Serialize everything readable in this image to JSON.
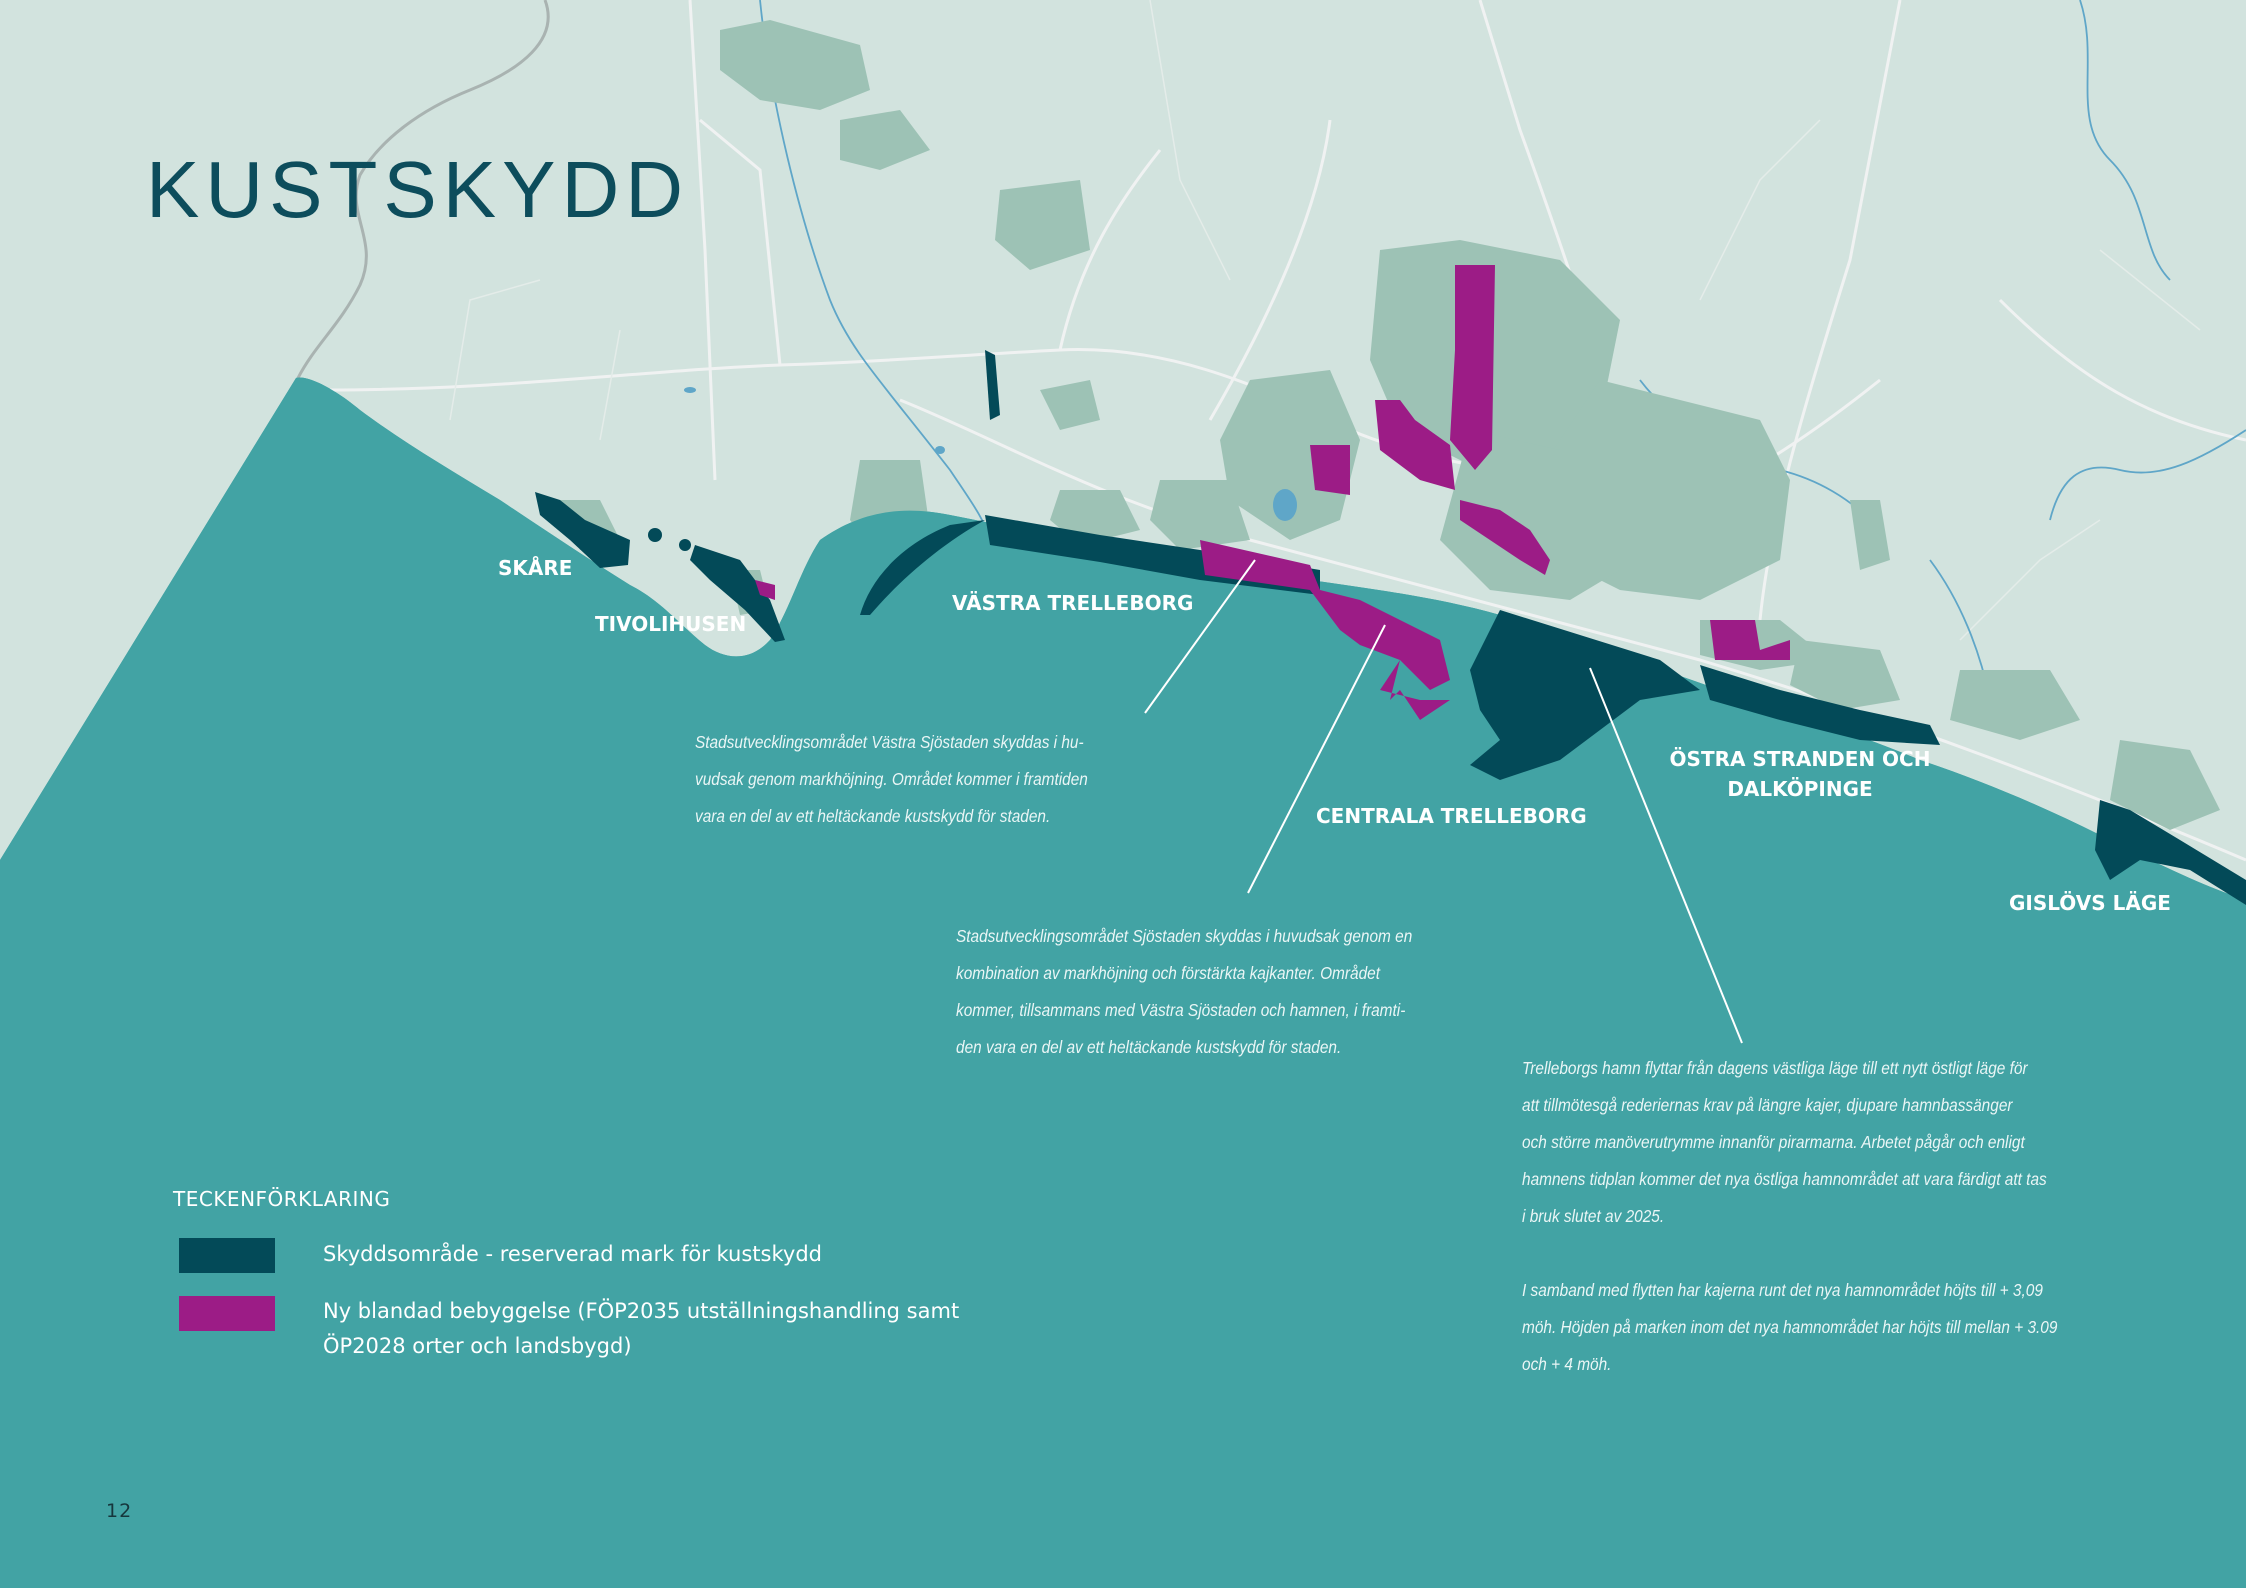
{
  "title": "KUSTSKYDD",
  "colors": {
    "sea": "#42a3a4",
    "land": "#d2e3de",
    "built_area": "#9dc2b5",
    "protection_area": "#034a58",
    "new_development": "#9c1c86",
    "roads": "#f2f3f3",
    "water_lines": "#5fa6c8"
  },
  "places": {
    "skare": "SKÅRE",
    "tivolihusen": "TIVOLIHUSEN",
    "vastra_trelleborg": "VÄSTRA TRELLEBORG",
    "centrala_trelleborg": "CENTRALA TRELLEBORG",
    "ostra_stranden_line1": "ÖSTRA STRANDEN OCH",
    "ostra_stranden_line2": "DALKÖPINGE",
    "gislovs_lage": "GISLÖVS LÄGE"
  },
  "notes": {
    "vastra_sjostaden": [
      "Stadsutvecklingsområdet Västra Sjöstaden skyddas i hu-",
      "vudsak genom markhöjning. Området kommer i framtiden",
      "vara en del av ett heltäckande kustskydd för staden."
    ],
    "sjostaden": [
      "Stadsutvecklingsområdet Sjöstaden skyddas i huvudsak genom en",
      "kombination av markhöjning och förstärkta kajkanter. Området",
      "kommer, tillsammans med Västra Sjöstaden och hamnen, i framti-",
      "den vara en del av ett heltäckande kustskydd för staden."
    ],
    "hamnen_p1": [
      "Trelleborgs hamn flyttar från dagens västliga läge till ett nytt östligt läge för",
      "att tillmötesgå rederiernas krav på längre kajer, djupare hamnbassänger",
      "och större manöverutrymme innanför pirarmarna. Arbetet pågår och enligt",
      "hamnens tidplan kommer det nya östliga hamnområdet att vara färdigt att tas",
      "i bruk slutet av 2025."
    ],
    "hamnen_p2": [
      "I samband med flytten har kajerna runt det nya hamnområdet höjts till + 3,09",
      "möh. Höjden på marken inom det nya hamnområdet har höjts till mellan + 3.09",
      "och + 4 möh."
    ]
  },
  "legend": {
    "title": "TECKENFÖRKLARING",
    "items": [
      {
        "label": "Skyddsområde - reserverad mark för kustskydd"
      },
      {
        "label": "Ny blandad bebyggelse (FÖP2035 utställningshandling samt ÖP2028 orter och landsbygd)"
      }
    ]
  },
  "page_number": "12"
}
